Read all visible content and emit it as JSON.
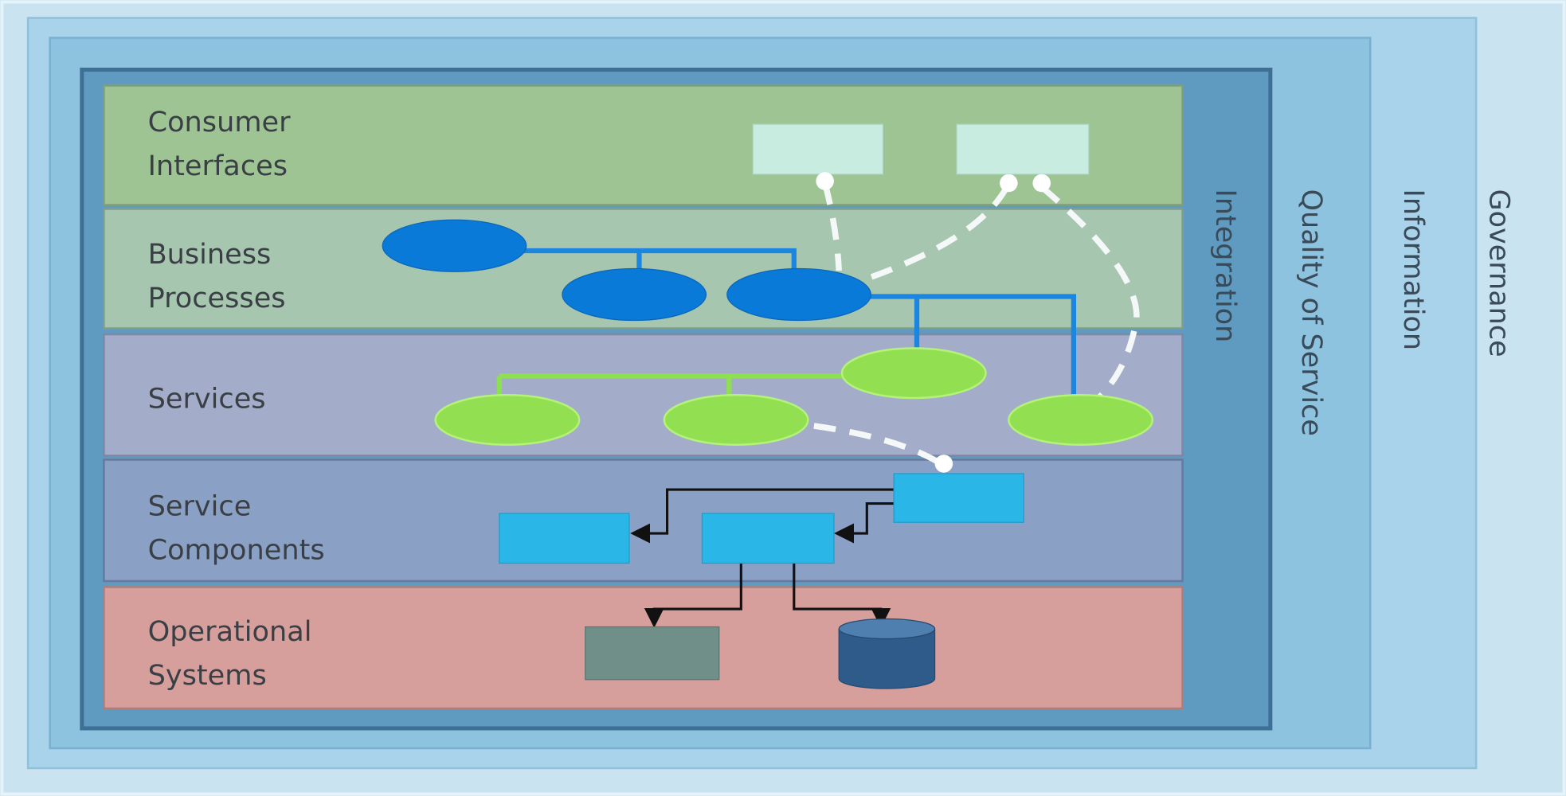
{
  "title": "SOA Reference Architecture",
  "layers": [
    {
      "line1": "Consumer",
      "line2": "Interfaces",
      "color": "#9fc494"
    },
    {
      "line1": "Business",
      "line2": "Processes",
      "color": "#a6c6b0"
    },
    {
      "line1": "Services",
      "line2": "",
      "color": "#a3acc8"
    },
    {
      "line1": "Service",
      "line2": "Components",
      "color": "#8aa0c4"
    },
    {
      "line1": "Operational",
      "line2": "Systems",
      "color": "#d69f9c"
    }
  ],
  "vertical_layers": {
    "integration": "Integration",
    "quality_of_service": "Quality of Service",
    "information": "Information",
    "governance": "Governance"
  },
  "colors": {
    "process": "#0a7ad8",
    "service": "#92e052",
    "component": "#2ab6e6",
    "consumer_box": "#c8ece0"
  }
}
